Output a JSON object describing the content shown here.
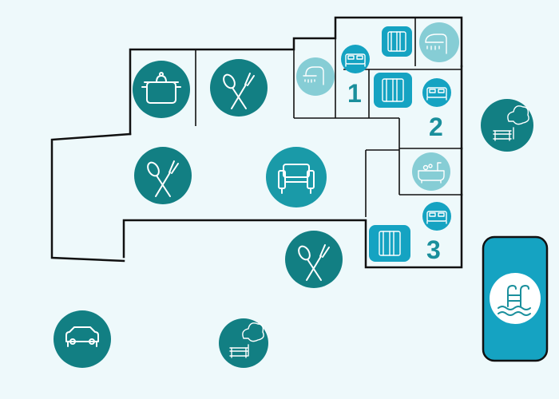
{
  "colors": {
    "background": "#eef9fb",
    "wall": "#111111",
    "dark_teal": "#127f83",
    "mid_teal": "#1a9aa8",
    "bright_teal": "#15a3c2",
    "light_teal": "#86cdd5",
    "room_number": "#1a8f9c"
  },
  "room_numbers": {
    "room1": "1",
    "room2": "2",
    "room3": "3"
  },
  "icons": [
    "cooking-pot-icon",
    "dining-utensils-icon",
    "shower-icon",
    "bed-icon",
    "bunk-bed-icon",
    "bathtub-icon",
    "armchair-icon",
    "garden-bench-icon",
    "car-icon",
    "pool-ladder-icon"
  ]
}
